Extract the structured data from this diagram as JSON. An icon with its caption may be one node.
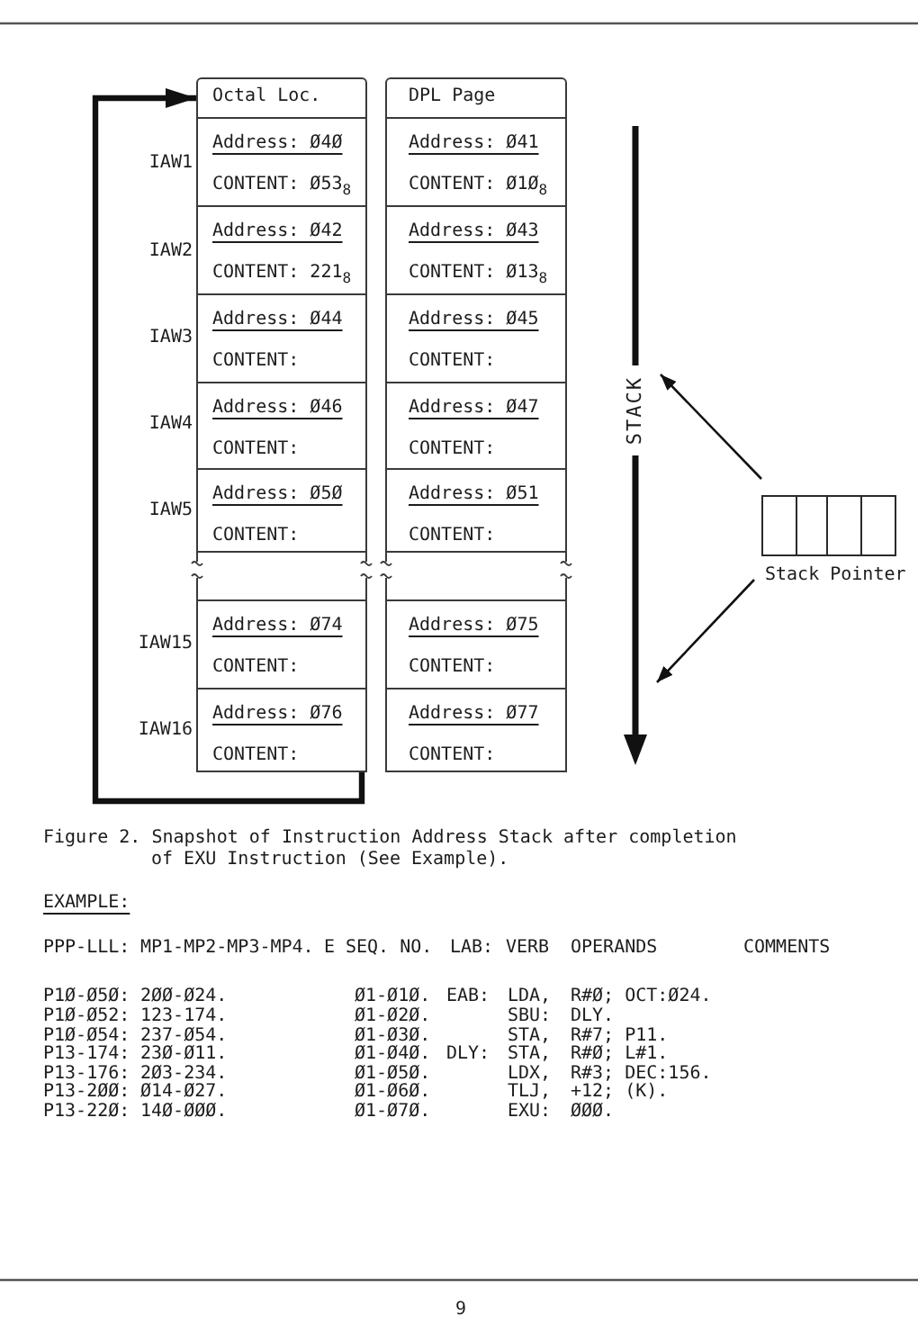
{
  "diagram": {
    "caption": "Figure 2. Snapshot of Instruction Address Stack after completion of EXU Instruction (See Example).",
    "nodes": [
      {
        "text": [
          "Octal Loc."
        ]
      },
      {
        "text": [
          "DPL Page"
        ]
      },
      {
        "text": [
          "Address: Ø4Ø",
          "CONTENT: Ø53$_{8}$"
        ]
      },
      {
        "text": [
          "Address: Ø41",
          "CONTENT: Ø1Ø$_{8}$"
        ]
      },
      {
        "text": [
          "Address: Ø42",
          "CONTENT: 221$_{8}$"
        ]
      },
      {
        "text": [
          "Address: Ø43",
          "CONTENT: Ø13$_{8}$"
        ]
      },
      {
        "text": [
          "Address: Ø44",
          "CONTENT:"
        ]
      },
      {
        "text": [
          "Address: Ø45",
          "CONTENT:"
        ]
      },
      {
        "text": [
          "Address: Ø46",
          "CONTENT:"
        ]
      },
      {
        "text": [
          "Address: Ø47",
          "CONTENT:"
        ]
      },
      {
        "text": [
          "Address: Ø5Ø",
          "CONTENT:"
        ]
      },
      {
        "text": [
          "Address: Ø51",
          "CONTENT:"
        ]
      },
      {
        "text": [
          "Address: Ø74",
          "CONTENT:"
        ]
      },
      {
        "text": [
          "Address: Ø75",
          "CONTENT:"
        ]
      },
      {
        "text": [
          "Address: Ø76",
          "CONTENT:"
        ]
      },
      {
        "text": [
          "Address: Ø77",
          "CONTENT:"
        ]
      },
      {
        "text": [],
        "shape": "box",
        "beside": [
          "Stack Pointer"
        ]
      },
      {
        "text": [
          "STACK"
        ]
      }
    ],
    "edges": [
      {
        "from": 14,
        "to": 0,
        "arrow": "to",
        "style": "thick"
      },
      {
        "from": 16,
        "to": 17,
        "arrow": "to"
      },
      {
        "from": 16,
        "to": null,
        "arrow": "to"
      }
    ],
    "labels": [
      "IAW1",
      "IAW2",
      "IAW3",
      "IAW4",
      "IAW5",
      "IAW15",
      "IAW16",
      "EXAMPLE:",
      "PPP-LLL:",
      "MP1-MP2-MP3-MP4.",
      "E",
      "SEQ. NO.",
      "LAB:",
      "VERB",
      "OPERANDS",
      "COMMENTS",
      "P1Ø-Ø5Ø:",
      "2ØØ-Ø24.",
      "Ø1-Ø1Ø.",
      "EAB:",
      "LDA,",
      "R#Ø; OCT:Ø24.",
      "P1Ø-Ø52:",
      "123-174.",
      "Ø1-Ø2Ø.",
      "SBU:",
      "DLY.",
      "P1Ø-Ø54:",
      "237-Ø54.",
      "Ø1-Ø3Ø.",
      "STA,",
      "R#7; P11.",
      "P13-174:",
      "23Ø-Ø11.",
      "Ø1-Ø4Ø.",
      "DLY:",
      "STA,",
      "R#Ø; L#1.",
      "P13-176:",
      "2Ø3-234.",
      "Ø1-Ø5Ø.",
      "LDX,",
      "R#3; DEC:156.",
      "P13-2ØØ:",
      "Ø14-Ø27.",
      "Ø1-Ø6Ø.",
      "TLJ,",
      "+12; (K).",
      "P13-22Ø:",
      "14Ø-ØØØ.",
      "Ø1-Ø7Ø.",
      "EXU:",
      "ØØØ.",
      "9"
    ]
  }
}
